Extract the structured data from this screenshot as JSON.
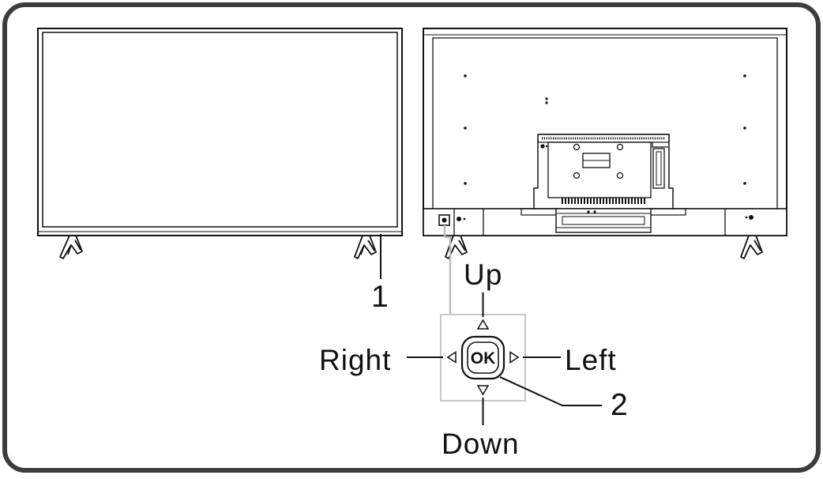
{
  "diagram": {
    "callouts": {
      "power_indicator": "1",
      "joystick": "2"
    },
    "directions": {
      "up": "Up",
      "down": "Down",
      "left": "Left",
      "right": "Right"
    },
    "center_button": "OK",
    "colors": {
      "frame": "#3d3d3d",
      "ink": "#111111",
      "leader": "#bdbdbd",
      "panel": "#c8c8c8"
    }
  }
}
